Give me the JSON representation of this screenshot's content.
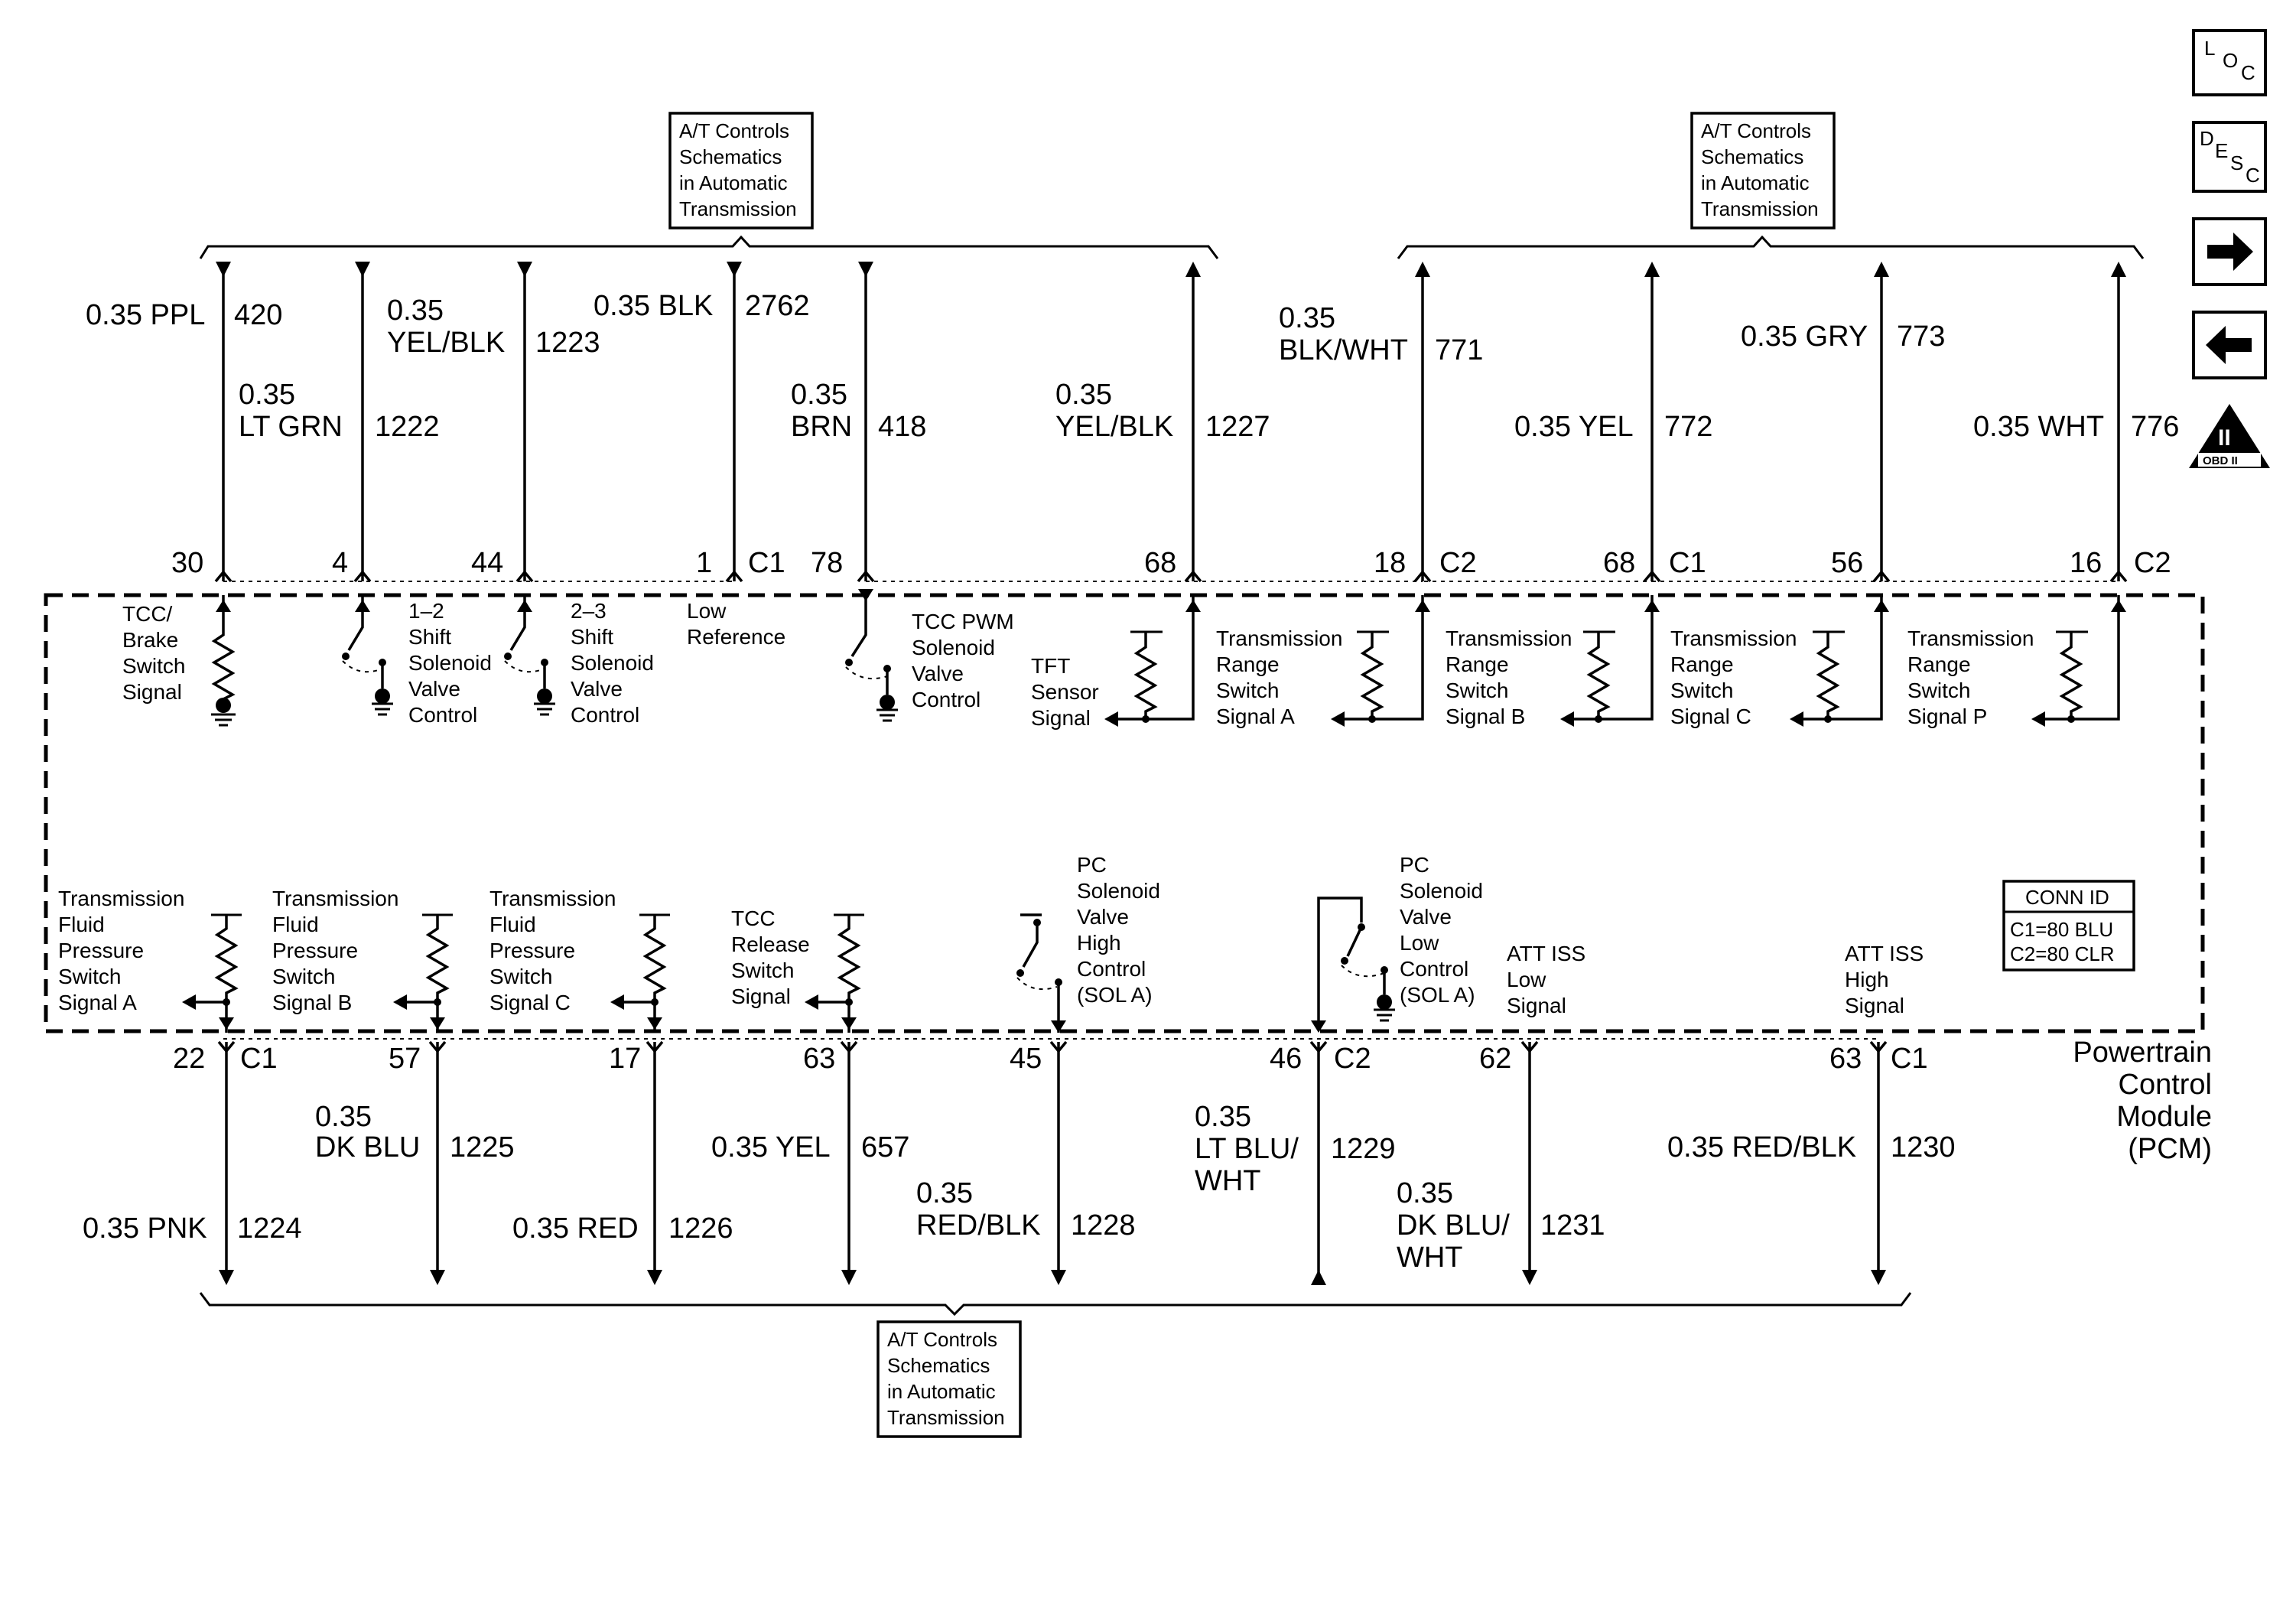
{
  "ref_boxes": {
    "top_left": [
      "A/T Controls",
      "Schematics",
      "in Automatic",
      "Transmission"
    ],
    "top_right": [
      "A/T Controls",
      "Schematics",
      "in Automatic",
      "Transmission"
    ],
    "bottom": [
      "A/T Controls",
      "Schematics",
      "in Automatic",
      "Transmission"
    ]
  },
  "side_icons": {
    "loc": {
      "icon": "loc-icon",
      "letters": [
        "L",
        "O",
        "C"
      ]
    },
    "desc": {
      "icon": "desc-icon",
      "letters": [
        "D",
        "E",
        "S",
        "C"
      ]
    },
    "next": {
      "icon": "arrow-right-icon"
    },
    "prev": {
      "icon": "arrow-left-icon"
    },
    "obd": {
      "icon": "obd-ii-icon",
      "roman": "II",
      "label": "OBD II"
    }
  },
  "top_wires": {
    "w420": {
      "color": "0.35 PPL",
      "circuit": "420",
      "pin": "30"
    },
    "w1222": {
      "size": "0.35",
      "color": "LT GRN",
      "circuit": "1222",
      "pin": "4"
    },
    "w1223": {
      "size": "0.35",
      "color": "YEL/BLK",
      "circuit": "1223",
      "pin": "44"
    },
    "w2762": {
      "color": "0.35 BLK",
      "circuit": "2762",
      "pin": "1",
      "connector": "C1"
    },
    "w418": {
      "size": "0.35",
      "color": "BRN",
      "circuit": "418",
      "pin": "78"
    },
    "w1227": {
      "size": "0.35",
      "color": "YEL/BLK",
      "circuit": "1227",
      "pin": "68"
    },
    "w771": {
      "size": "0.35",
      "color": "BLK/WHT",
      "circuit": "771",
      "pin": "18",
      "connector": "C2"
    },
    "w772": {
      "color": "0.35 YEL",
      "circuit": "772",
      "pin": "68",
      "connector": "C1"
    },
    "w773": {
      "color": "0.35 GRY",
      "circuit": "773",
      "pin": "56"
    },
    "w776": {
      "color": "0.35 WHT",
      "circuit": "776",
      "pin": "16",
      "connector": "C2"
    }
  },
  "top_components": {
    "tcc_brake": [
      "TCC/",
      "Brake",
      "Switch",
      "Signal"
    ],
    "shift12": [
      "1–2",
      "Shift",
      "Solenoid",
      "Valve",
      "Control"
    ],
    "shift23": [
      "2–3",
      "Shift",
      "Solenoid",
      "Valve",
      "Control"
    ],
    "low_ref": [
      "Low",
      "Reference"
    ],
    "tcc_pwm": [
      "TCC PWM",
      "Solenoid",
      "Valve",
      "Control"
    ],
    "tft": [
      "TFT",
      "Sensor",
      "Signal"
    ],
    "trs_a": [
      "Transmission",
      "Range",
      "Switch",
      "Signal A"
    ],
    "trs_b": [
      "Transmission",
      "Range",
      "Switch",
      "Signal B"
    ],
    "trs_c": [
      "Transmission",
      "Range",
      "Switch",
      "Signal C"
    ],
    "trs_p": [
      "Transmission",
      "Range",
      "Switch",
      "Signal P"
    ]
  },
  "bottom_components": {
    "tfp_a": [
      "Transmission",
      "Fluid",
      "Pressure",
      "Switch",
      "Signal A"
    ],
    "tfp_b": [
      "Transmission",
      "Fluid",
      "Pressure",
      "Switch",
      "Signal B"
    ],
    "tfp_c": [
      "Transmission",
      "Fluid",
      "Pressure",
      "Switch",
      "Signal C"
    ],
    "tcc_rel": [
      "TCC",
      "Release",
      "Switch",
      "Signal"
    ],
    "pc_high": [
      "PC",
      "Solenoid",
      "Valve",
      "High",
      "Control",
      "(SOL A)"
    ],
    "pc_low": [
      "PC",
      "Solenoid",
      "Valve",
      "Low",
      "Control",
      "(SOL A)"
    ],
    "att_low": [
      "ATT ISS",
      "Low",
      "Signal"
    ],
    "att_high": [
      "ATT ISS",
      "High",
      "Signal"
    ]
  },
  "bottom_wires": {
    "w1224": {
      "color": "0.35 PNK",
      "circuit": "1224",
      "pin": "22",
      "connector": "C1"
    },
    "w1225": {
      "size": "0.35",
      "color": "DK BLU",
      "circuit": "1225",
      "pin": "57"
    },
    "w1226": {
      "color": "0.35 RED",
      "circuit": "1226",
      "pin": "17"
    },
    "w657": {
      "color": "0.35 YEL",
      "circuit": "657",
      "pin": "63"
    },
    "w1228": {
      "size": "0.35",
      "color": "RED/BLK",
      "circuit": "1228",
      "pin": "45"
    },
    "w1229": {
      "size": "0.35",
      "color1": "LT BLU/",
      "color2": "WHT",
      "circuit": "1229",
      "pin": "46",
      "connector": "C2"
    },
    "w1231": {
      "size": "0.35",
      "color1": "DK BLU/",
      "color2": "WHT",
      "circuit": "1231",
      "pin": "62"
    },
    "w1230": {
      "color": "0.35 RED/BLK",
      "circuit": "1230",
      "pin": "63",
      "connector": "C1"
    }
  },
  "conn_id": {
    "title": "CONN ID",
    "c1": "C1=80 BLU",
    "c2": "C2=80 CLR"
  },
  "module": [
    "Powertrain",
    "Control",
    "Module",
    "(PCM)"
  ]
}
